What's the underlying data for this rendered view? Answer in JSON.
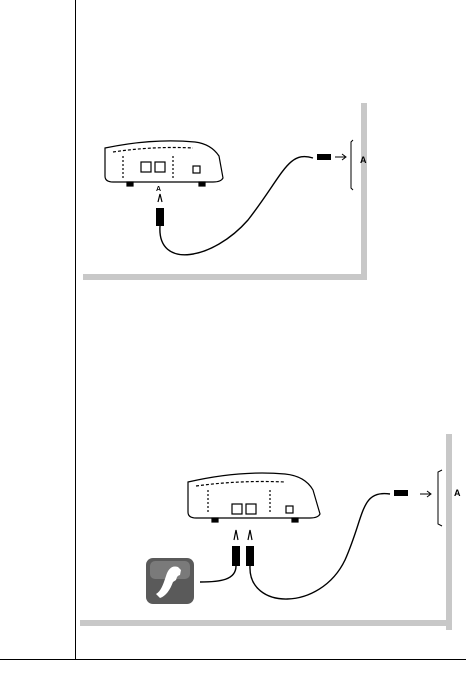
{
  "figures": [
    {
      "id": "connect-phone-line",
      "wall_label": "A",
      "device_port_label": "A"
    },
    {
      "id": "connect-phone-and-line",
      "wall_label": "A"
    }
  ],
  "colors": {
    "frame": "#c8c8c8",
    "ink": "#000000",
    "phone_icon_bg": "#5a5a5a"
  },
  "icons": [
    "phone-handset-icon"
  ]
}
